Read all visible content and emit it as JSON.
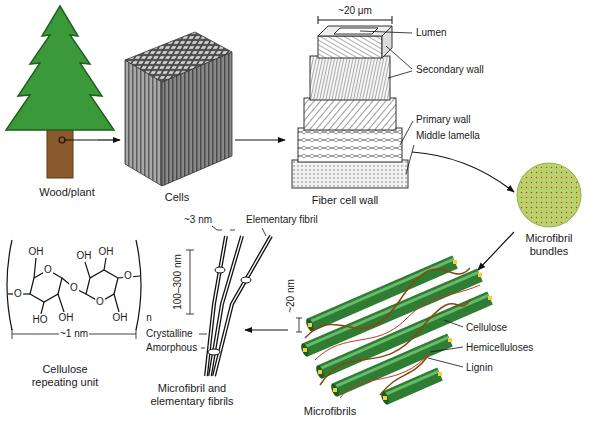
{
  "diagram": {
    "nodes": [
      {
        "text": [
          "Wood/plant"
        ]
      },
      {
        "text": [
          "Cells"
        ]
      },
      {
        "text": [
          "Fiber cell wall"
        ]
      },
      {
        "text": [
          "Microfibril bundles"
        ]
      },
      {
        "text": [
          "Microfibrils"
        ]
      },
      {
        "text": [
          "Microfibril and elementary fibrils"
        ]
      },
      {
        "text": [
          "Cellulose repeating unit"
        ]
      }
    ],
    "edges": [
      {
        "from": 0,
        "to": 1,
        "arrow": "to"
      },
      {
        "from": 1,
        "to": 2,
        "arrow": "to"
      },
      {
        "from": 2,
        "to": 3,
        "arrow": "to"
      },
      {
        "from": 3,
        "to": 4,
        "arrow": "to"
      },
      {
        "from": 4,
        "to": 5,
        "arrow": "to"
      }
    ],
    "labels": [
      "~20 μm",
      "Lumen",
      "Secondary wall",
      "Primary wall",
      "Middle lamella",
      "~20 nm",
      "Cellulose",
      "Hemicelluloses",
      "Lignin",
      "~3 nm",
      "Elementary fibril",
      "100–300 nm",
      "Crystalline",
      "Amorphous",
      "~1 nm",
      "OH",
      "O",
      "O",
      "HO",
      "OH",
      "O",
      "OH",
      "OH",
      "O",
      "OH",
      "O",
      "n"
    ]
  }
}
